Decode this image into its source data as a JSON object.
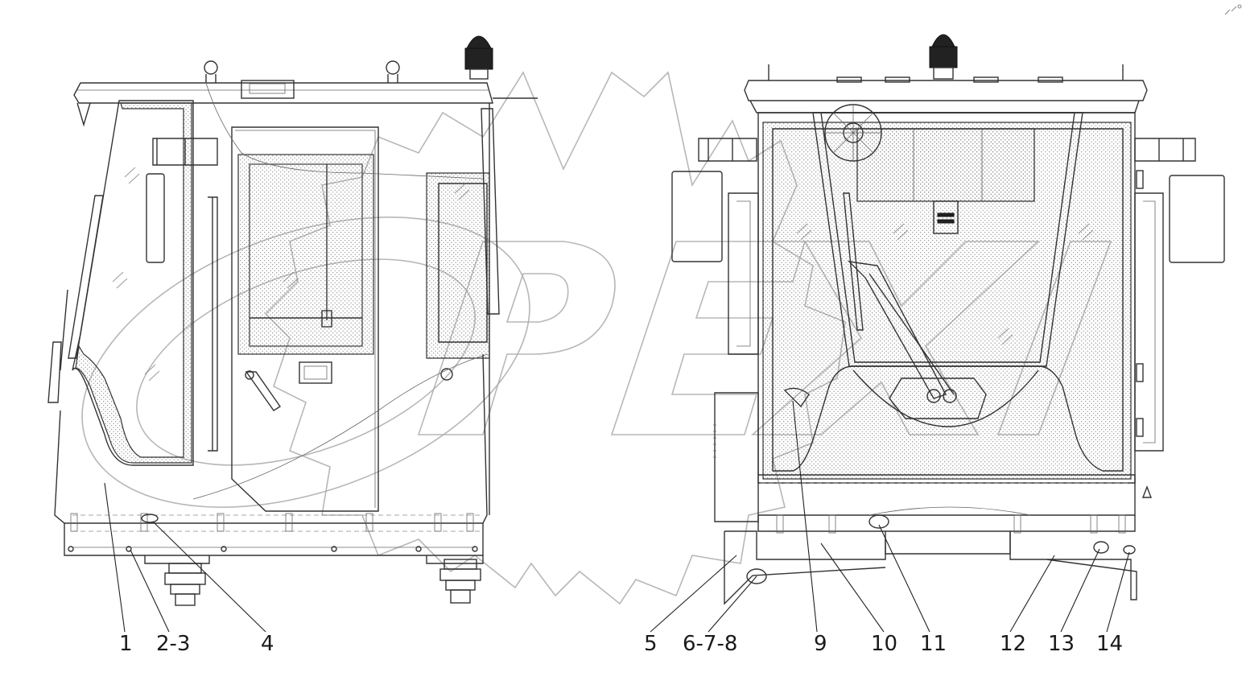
{
  "callouts": {
    "c1": "1",
    "c2_3": "2-3",
    "c4": "4",
    "c5": "5",
    "c6_7_8": "6-7-8",
    "c9": "9",
    "c10": "10",
    "c11": "11",
    "c12": "12",
    "c13": "13",
    "c14": "14"
  },
  "watermark": {
    "text": "OPEX"
  },
  "colors": {
    "line": "#333333",
    "watermark": "#aaaaaa",
    "background": "#ffffff"
  }
}
